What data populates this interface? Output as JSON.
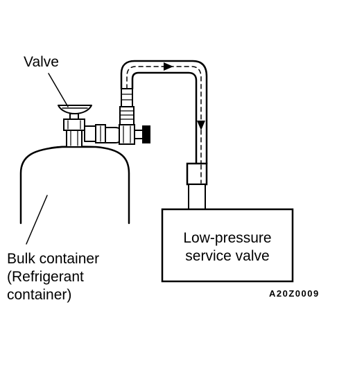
{
  "labels": {
    "valve": "Valve",
    "bulk_line1": "Bulk container",
    "bulk_line2": "(Refrigerant",
    "bulk_line3": "container)",
    "service_line1": "Low-pressure",
    "service_line2": "service valve",
    "figure_code": "A20Z0009"
  },
  "colors": {
    "ink": "#000000",
    "background": "#ffffff"
  }
}
